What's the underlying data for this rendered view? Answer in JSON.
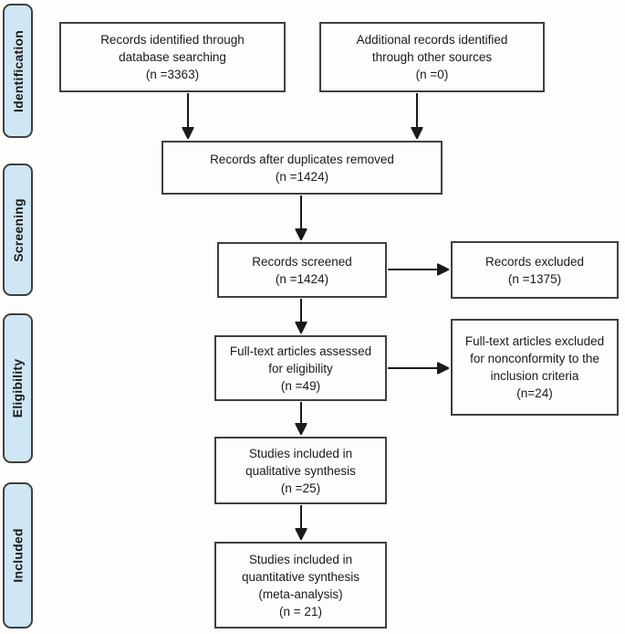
{
  "diagram_type": "prisma-flow",
  "colors": {
    "sidebar_fill": "#cfe6f4",
    "border_color": "#3f3f3f",
    "text_color": "#1a1a1a",
    "arrow_color": "#1a1a1a",
    "bg_color": "#fdfdfc"
  },
  "sidebar": {
    "stages": [
      "Identification",
      "Screening",
      "Eligibility",
      "Included"
    ]
  },
  "flow": {
    "boxes": [
      {
        "id": "records-identified-database",
        "lines": [
          "Records identified through",
          "database searching",
          "(n =3363)"
        ]
      },
      {
        "id": "additional-records-other-sources",
        "lines": [
          "Additional records identified",
          "through other sources",
          "(n =0)"
        ]
      },
      {
        "id": "records-after-duplicates-removed",
        "lines": [
          "Records after duplicates removed",
          "(n =1424)"
        ]
      },
      {
        "id": "records-screened",
        "lines": [
          "Records screened",
          "(n =1424)"
        ]
      },
      {
        "id": "records-excluded",
        "lines": [
          "Records excluded",
          "(n =1375)"
        ]
      },
      {
        "id": "fulltext-articles-assessed",
        "lines": [
          "Full-text articles assessed",
          "for eligibility",
          "(n =49)"
        ]
      },
      {
        "id": "fulltext-articles-excluded",
        "lines": [
          "Full-text articles excluded",
          "for nonconformity to the",
          "inclusion criteria",
          "(n=24)"
        ]
      },
      {
        "id": "studies-qualitative-synthesis",
        "lines": [
          "Studies included in",
          "qualitative synthesis",
          "(n =25)"
        ]
      },
      {
        "id": "studies-quantitative-synthesis",
        "lines": [
          "Studies included in",
          "quantitative synthesis",
          "(meta-analysis)",
          "(n = 21)"
        ]
      }
    ]
  }
}
